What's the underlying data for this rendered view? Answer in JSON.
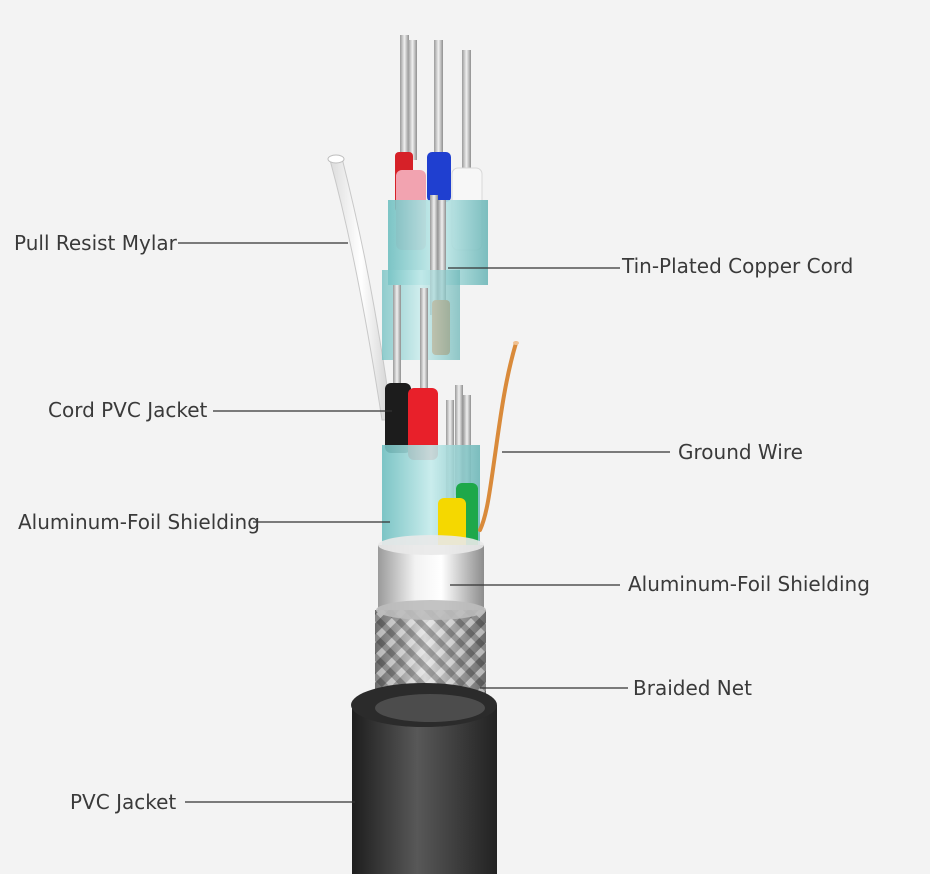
{
  "labels": {
    "pull_resist_mylar": "Pull Resist Mylar",
    "tin_plated_copper_cord": "Tin-Plated Copper Cord",
    "cord_pvc_jacket": "Cord PVC Jacket",
    "ground_wire": "Ground Wire",
    "aluminum_foil_inner": "Aluminum-Foil Shielding",
    "aluminum_foil_outer": "Aluminum-Foil Shielding",
    "braided_net": "Braided Net",
    "pvc_jacket": "PVC Jacket"
  },
  "colors": {
    "background": "#f3f3f3",
    "pvc_jacket": "#3a3a3a",
    "braid": "#a8a8a8",
    "foil": "#dcdcdc",
    "pair_foil": "#9ad6d6",
    "copper": "#c9a07a",
    "wire_red": "#e8202a",
    "wire_pink": "#f2a3b0",
    "wire_blue": "#1f3fd0",
    "wire_white": "#f7f7f7",
    "wire_orange": "#f07020",
    "wire_black": "#1c1c1c",
    "wire_green": "#1ea84a",
    "wire_yellow": "#f5d800",
    "mylar": "#f4f4f4",
    "ground_wire": "#d98a3a"
  }
}
